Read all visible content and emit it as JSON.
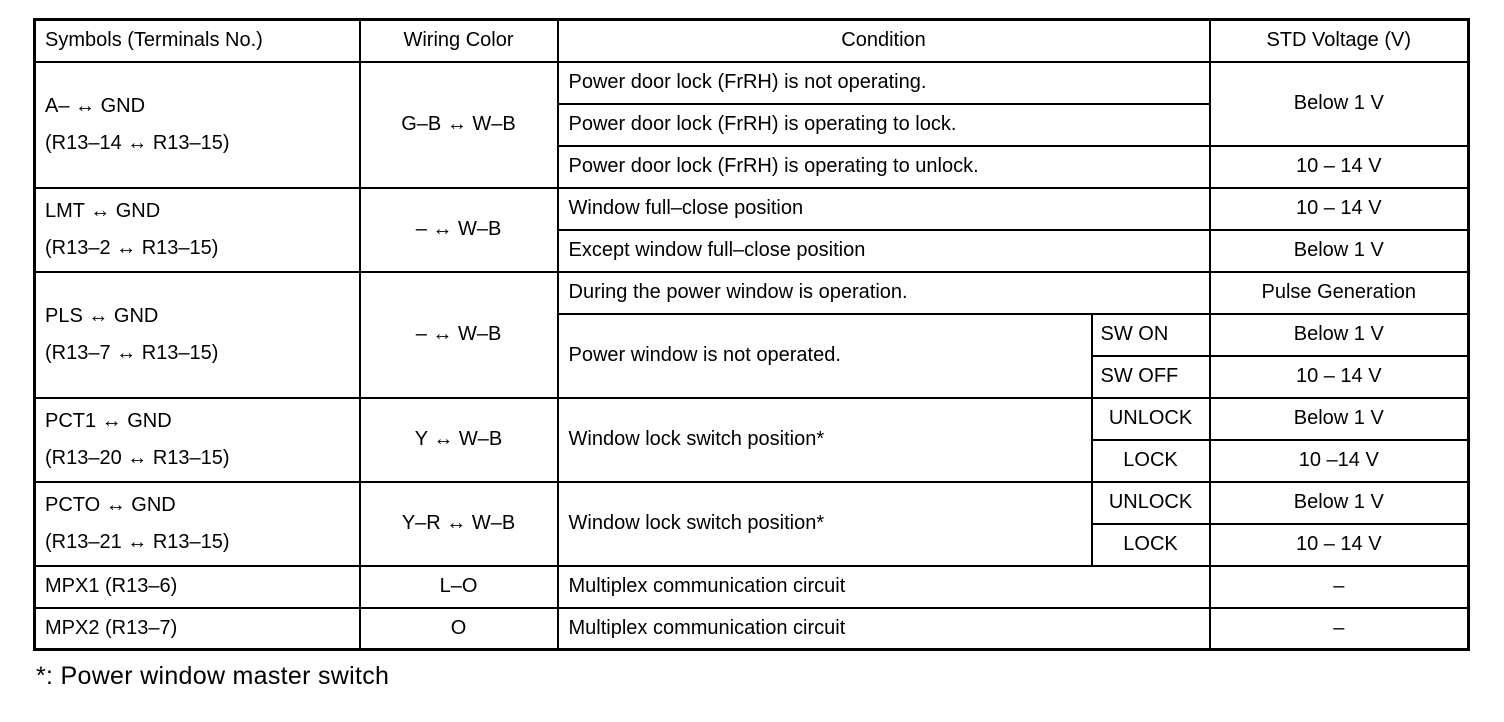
{
  "page": {
    "footnote": "*: Power window master switch"
  },
  "table": {
    "headers": {
      "symbols": "Symbols (Terminals No.)",
      "wiring": "Wiring Color",
      "condition": "Condition",
      "voltage": "STD Voltage (V)"
    },
    "groups": [
      {
        "symbol": "A– ↔ GND",
        "terminals": "(R13–14 ↔ R13–15)",
        "wiring": "G–B ↔ W–B",
        "rows": [
          {
            "condition": "Power door lock (FrRH) is not operating.",
            "voltage": "Below 1 V"
          },
          {
            "condition": "Power door lock (FrRH) is operating to lock."
          },
          {
            "condition": "Power door lock (FrRH) is operating to unlock.",
            "voltage": "10 – 14 V"
          }
        ]
      },
      {
        "symbol": "LMT ↔ GND",
        "terminals": "(R13–2 ↔ R13–15)",
        "wiring": "– ↔ W–B",
        "rows": [
          {
            "condition": "Window full–close position",
            "voltage": "10 – 14 V"
          },
          {
            "condition": "Except window full–close position",
            "voltage": "Below 1 V"
          }
        ]
      },
      {
        "symbol": "PLS ↔ GND",
        "terminals": "(R13–7 ↔ R13–15)",
        "wiring": "– ↔ W–B",
        "rows": [
          {
            "condition": "During the power window is operation.",
            "voltage": "Pulse Generation"
          },
          {
            "condition": "Power window is not operated.",
            "switch": "SW ON",
            "voltage": "Below 1 V"
          },
          {
            "switch": "SW OFF",
            "voltage": "10 – 14 V"
          }
        ]
      },
      {
        "symbol": "PCT1 ↔ GND",
        "terminals": "(R13–20 ↔ R13–15)",
        "wiring": "Y ↔ W–B",
        "rows": [
          {
            "condition": "Window lock switch position*",
            "switch": "UNLOCK",
            "voltage": "Below 1 V"
          },
          {
            "switch": "LOCK",
            "voltage": "10 –14 V"
          }
        ]
      },
      {
        "symbol": "PCTO ↔ GND",
        "terminals": "(R13–21 ↔ R13–15)",
        "wiring": "Y–R ↔ W–B",
        "rows": [
          {
            "condition": "Window lock switch position*",
            "switch": "UNLOCK",
            "voltage": "Below 1 V"
          },
          {
            "switch": "LOCK",
            "voltage": "10 – 14 V"
          }
        ]
      },
      {
        "symbol": "MPX1 (R13–6)",
        "wiring": "L–O",
        "rows": [
          {
            "condition": "Multiplex communication circuit",
            "voltage": "–"
          }
        ]
      },
      {
        "symbol": "MPX2 (R13–7)",
        "wiring": "O",
        "rows": [
          {
            "condition": "Multiplex communication circuit",
            "voltage": "–"
          }
        ]
      }
    ]
  }
}
